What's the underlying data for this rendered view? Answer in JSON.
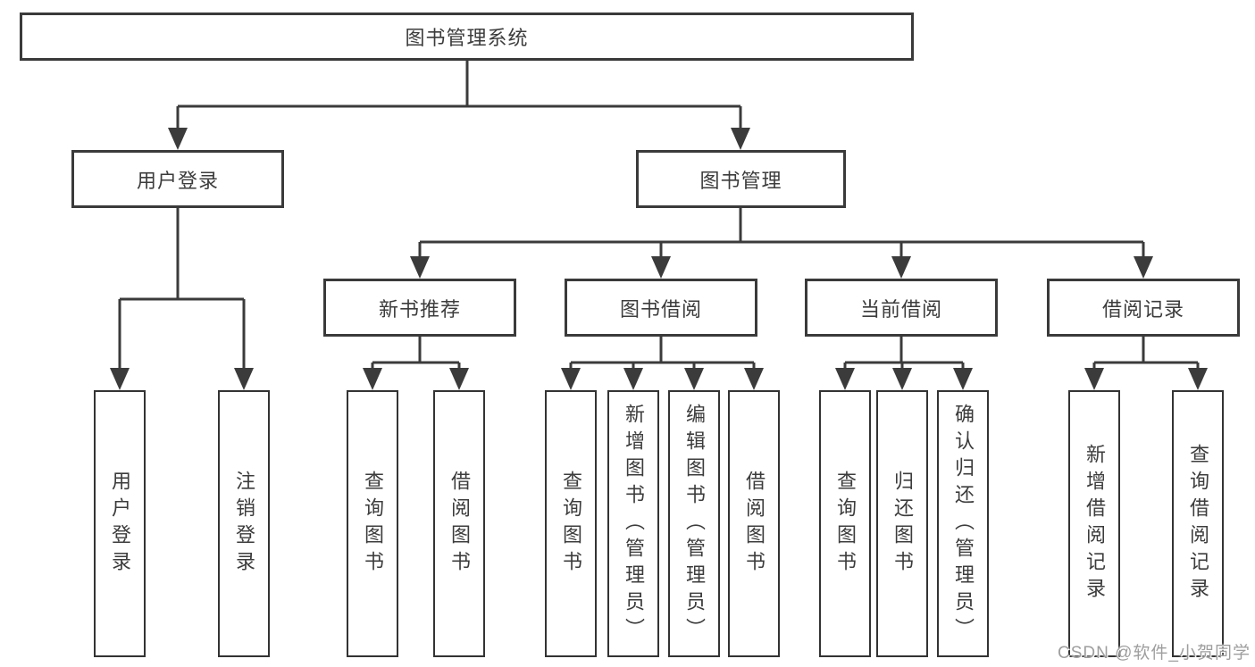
{
  "colors": {
    "line": "#3b3b3b",
    "border": "#3a3a3a",
    "text": "#3c3c3c",
    "watermark": "#9e9e9e",
    "background": "#ffffff"
  },
  "watermark": "CSDN @软件_小贺同学",
  "tree": {
    "root": {
      "label": "图书管理系统"
    },
    "level2": [
      {
        "id": "user-login",
        "label": "用户登录"
      },
      {
        "id": "book-management",
        "label": "图书管理"
      }
    ],
    "level3": [
      {
        "id": "new-book-recommend",
        "label": "新书推荐",
        "parent": "book-management"
      },
      {
        "id": "book-borrow",
        "label": "图书借阅",
        "parent": "book-management"
      },
      {
        "id": "current-borrow",
        "label": "当前借阅",
        "parent": "book-management"
      },
      {
        "id": "borrow-records",
        "label": "借阅记录",
        "parent": "book-management"
      }
    ],
    "leaves": [
      {
        "parent": "user-login",
        "label": "用户登录"
      },
      {
        "parent": "user-login",
        "label": "注销登录"
      },
      {
        "parent": "new-book-recommend",
        "label": "查询图书"
      },
      {
        "parent": "new-book-recommend",
        "label": "借阅图书"
      },
      {
        "parent": "book-borrow",
        "label": "查询图书"
      },
      {
        "parent": "book-borrow",
        "label": "新增图书（管理员）"
      },
      {
        "parent": "book-borrow",
        "label": "编辑图书（管理员）"
      },
      {
        "parent": "book-borrow",
        "label": "借阅图书"
      },
      {
        "parent": "current-borrow",
        "label": "查询图书"
      },
      {
        "parent": "current-borrow",
        "label": "归还图书"
      },
      {
        "parent": "current-borrow",
        "label": "确认归还（管理员）"
      },
      {
        "parent": "borrow-records",
        "label": "新增借阅记录"
      },
      {
        "parent": "borrow-records",
        "label": "查询借阅记录"
      }
    ]
  }
}
